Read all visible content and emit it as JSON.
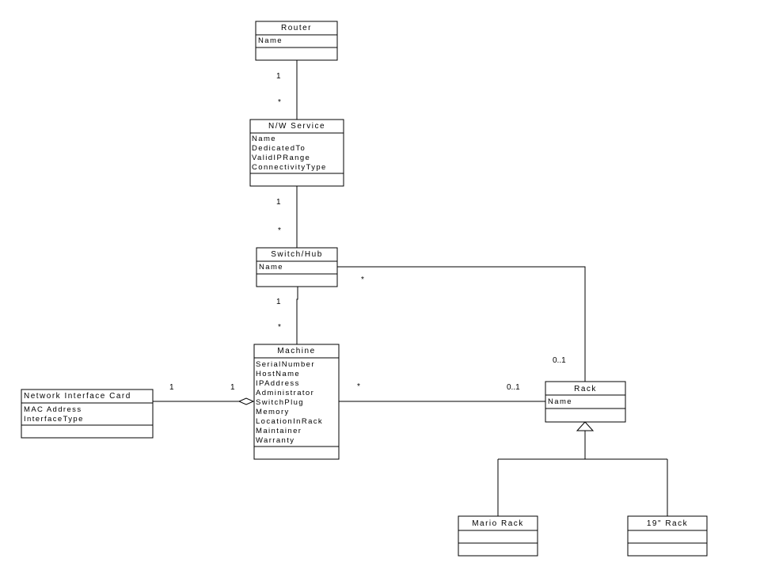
{
  "classes": {
    "router": {
      "name": "Router",
      "attributes": [
        "Name"
      ]
    },
    "nw_service": {
      "name": "N/W Service",
      "attributes": [
        "Name",
        "DedicatedTo",
        "ValidIPRange",
        "ConnectivityType"
      ]
    },
    "switch_hub": {
      "name": "Switch/Hub",
      "attributes": [
        "Name"
      ]
    },
    "machine": {
      "name": "Machine",
      "attributes": [
        "SerialNumber",
        "HostName",
        "IPAddress",
        "Administrator",
        "SwitchPlug",
        "Memory",
        "LocationInRack",
        "Maintainer",
        "Warranty"
      ]
    },
    "nic": {
      "name": "Network Interface Card",
      "attributes": [
        "MAC Address",
        "InterfaceType"
      ]
    },
    "rack": {
      "name": "Rack",
      "attributes": [
        "Name"
      ]
    },
    "mario_rack": {
      "name": "Mario Rack",
      "attributes": []
    },
    "rack_19": {
      "name": "19\" Rack",
      "attributes": []
    }
  },
  "multiplicities": {
    "router_to_nw": {
      "source": "1",
      "target": "*"
    },
    "nw_to_switch": {
      "source": "1",
      "target": "*"
    },
    "switch_to_machine": {
      "source": "1",
      "target": "*"
    },
    "switch_to_rack": {
      "source": "*",
      "target": "0..1"
    },
    "nic_to_machine": {
      "source": "1",
      "target": "1"
    },
    "machine_to_rack": {
      "source": "*",
      "target": "0..1"
    }
  }
}
